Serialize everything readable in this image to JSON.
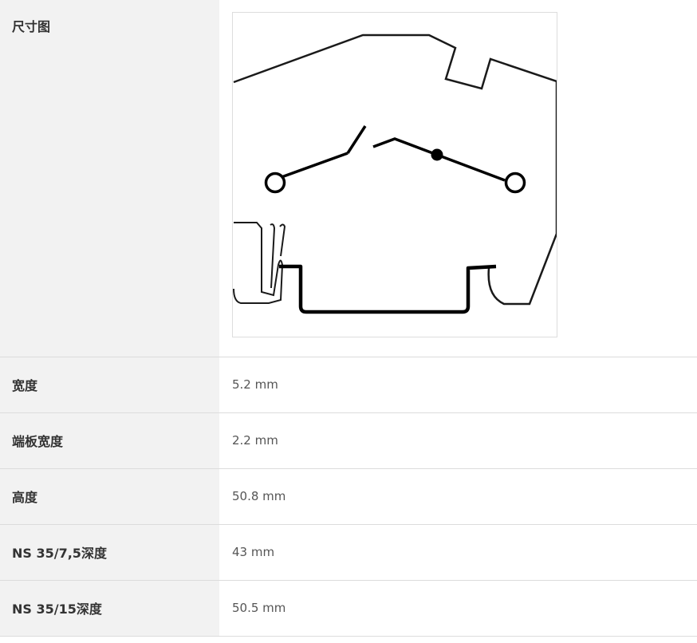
{
  "rows": [
    {
      "label": "尺寸图",
      "kind": "drawing"
    },
    {
      "label": "宽度",
      "value": "5.2 mm"
    },
    {
      "label": "端板宽度",
      "value": "2.2 mm"
    },
    {
      "label": "高度",
      "value": "50.8 mm"
    },
    {
      "label": "NS 35/7,5深度",
      "value": "43 mm"
    },
    {
      "label": "NS 35/15深度",
      "value": "50.5 mm"
    }
  ]
}
